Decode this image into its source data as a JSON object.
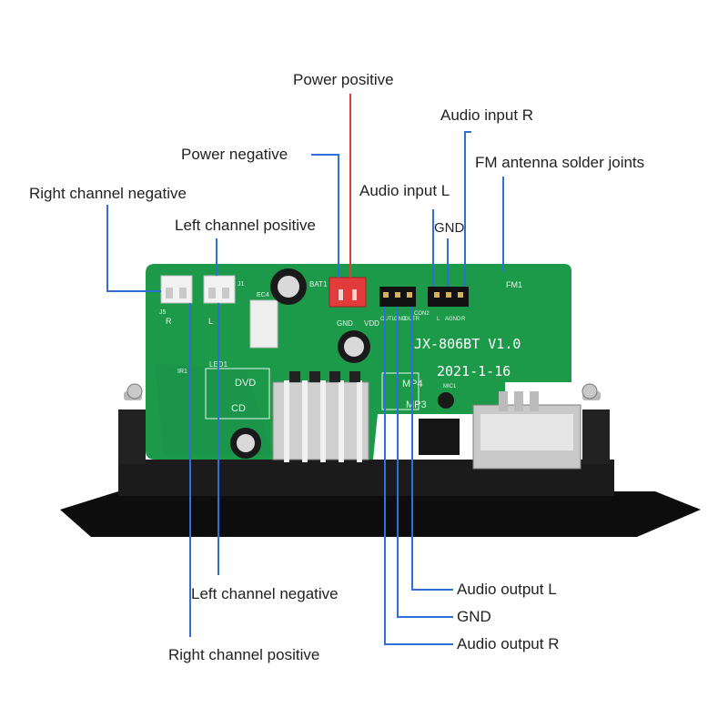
{
  "labels": {
    "power_positive": "Power positive",
    "audio_input_r": "Audio input R",
    "power_negative": "Power negative",
    "fm_antenna": "FM antenna solder joints",
    "right_channel_negative": "Right channel negative",
    "audio_input_l": "Audio input L",
    "left_channel_positive": "Left channel positive",
    "gnd_top": "GND",
    "left_channel_negative": "Left channel negative",
    "audio_output_l": "Audio output L",
    "gnd_bottom": "GND",
    "audio_output_r": "Audio output R",
    "right_channel_positive": "Right channel positive"
  },
  "board": {
    "model": "JX-806BT V1.0",
    "date": "2021-1-16",
    "bat_label": "BAT1",
    "fm_label": "FM1",
    "gnd_label": "GND",
    "vdd_label": "VDD",
    "led_label": "LED1",
    "dvd_label": "DVD",
    "cd_label": "CD",
    "mp4_label": "MP4",
    "mp3_label": "MP3",
    "j1_label": "J1",
    "j5_label": "J5",
    "ir_label": "IR1",
    "ec_label": "EC4",
    "mic_label": "MIC1",
    "con2_label": "CON2",
    "jack_r_label": "R",
    "jack_l_label": "L",
    "con_l_label": "L",
    "con_agnd_label": "AGND",
    "con_r_label": "R",
    "out_l_label": "OUTL",
    "out_gnd_label": "GND",
    "out_r_label": "OUTR"
  },
  "colors": {
    "pcb_green": "#1c9a4a",
    "pcb_dark": "#0f7a38",
    "leader_red": "#e23b3b",
    "leader_blue": "#2f6fd6",
    "housing": "#1b1b1b"
  }
}
